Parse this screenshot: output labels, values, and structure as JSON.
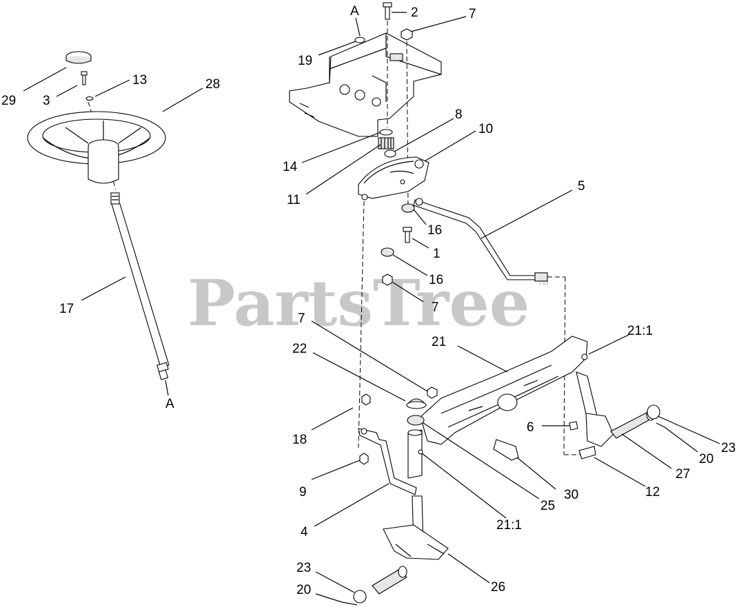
{
  "watermark": {
    "text": "PartsTree",
    "trademark": "TM"
  },
  "callouts": [
    {
      "id": "A-top",
      "text": "A"
    },
    {
      "id": "2",
      "text": "2"
    },
    {
      "id": "7-top",
      "text": "7"
    },
    {
      "id": "19",
      "text": "19"
    },
    {
      "id": "29",
      "text": "29"
    },
    {
      "id": "3",
      "text": "3"
    },
    {
      "id": "13",
      "text": "13"
    },
    {
      "id": "28",
      "text": "28"
    },
    {
      "id": "8",
      "text": "8"
    },
    {
      "id": "10",
      "text": "10"
    },
    {
      "id": "14",
      "text": "14"
    },
    {
      "id": "11",
      "text": "11"
    },
    {
      "id": "5",
      "text": "5"
    },
    {
      "id": "16-a",
      "text": "16"
    },
    {
      "id": "1",
      "text": "1"
    },
    {
      "id": "16-b",
      "text": "16"
    },
    {
      "id": "7-mid",
      "text": "7"
    },
    {
      "id": "17",
      "text": "17"
    },
    {
      "id": "7-low",
      "text": "7"
    },
    {
      "id": "21",
      "text": "21"
    },
    {
      "id": "21:1-right",
      "text": "21:1"
    },
    {
      "id": "22",
      "text": "22"
    },
    {
      "id": "A-bottom",
      "text": "A"
    },
    {
      "id": "18",
      "text": "18"
    },
    {
      "id": "6",
      "text": "6"
    },
    {
      "id": "23-right",
      "text": "23"
    },
    {
      "id": "20-right",
      "text": "20"
    },
    {
      "id": "27",
      "text": "27"
    },
    {
      "id": "30",
      "text": "30"
    },
    {
      "id": "12",
      "text": "12"
    },
    {
      "id": "9",
      "text": "9"
    },
    {
      "id": "25",
      "text": "25"
    },
    {
      "id": "21:1-bottom",
      "text": "21:1"
    },
    {
      "id": "4",
      "text": "4"
    },
    {
      "id": "23-left",
      "text": "23"
    },
    {
      "id": "26",
      "text": "26"
    },
    {
      "id": "20-left",
      "text": "20"
    }
  ]
}
